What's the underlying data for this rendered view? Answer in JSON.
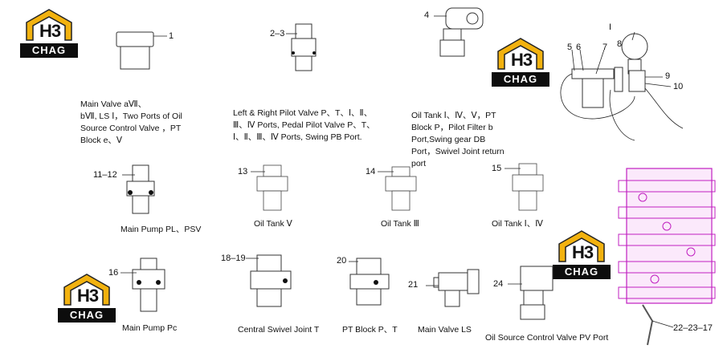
{
  "logo": {
    "mark": "H3",
    "brand": "CHAG"
  },
  "callouts": {
    "c1": "1",
    "c23": "2–3",
    "c4": "4",
    "c5": "5",
    "c6": "6",
    "c7": "7",
    "c8": "8",
    "c9": "9",
    "c10": "10",
    "cI": "I",
    "c1112": "11–12",
    "c13": "13",
    "c14": "14",
    "c15": "15",
    "c16": "16",
    "c1819": "18–19",
    "c20": "20",
    "c21": "21",
    "c24": "24",
    "c222317": "22–23–17"
  },
  "captions": {
    "main_valve": [
      "Main Valve aⅦ、",
      "bⅦ, LS Ⅰ，Two Ports of Oil",
      "Source Control Valve ，PT",
      "Block e、Ⅴ"
    ],
    "pilot_valve": [
      "Left & Right Pilot Valve P、T、Ⅰ、Ⅱ、",
      "Ⅲ、Ⅳ Ports, Pedal Pilot Valve P、T、",
      "Ⅰ、Ⅱ、Ⅲ、Ⅳ Ports, Swing PB Port."
    ],
    "oil_tank_ports": [
      "Oil Tank Ⅰ、Ⅳ、Ⅴ，PT",
      "Block P，Pilot Filter b",
      "Port,Swing gear  DB",
      "Port，Swivel Joint return",
      "port"
    ],
    "main_pump_pl": "Main Pump PL、PSV",
    "oil_tank_v": "Oil Tank Ⅴ",
    "oil_tank_iii": "Oil Tank Ⅲ",
    "oil_tank_i_iv": "Oil Tank Ⅰ、Ⅳ",
    "main_pump_pc": "Main Pump Pc",
    "central_swivel": "Central Swivel Joint T",
    "pt_block": "PT Block P、T",
    "main_valve_ls": "Main Valve LS",
    "pilot_source_pv": "Oil Source Control Valve PV Port"
  }
}
